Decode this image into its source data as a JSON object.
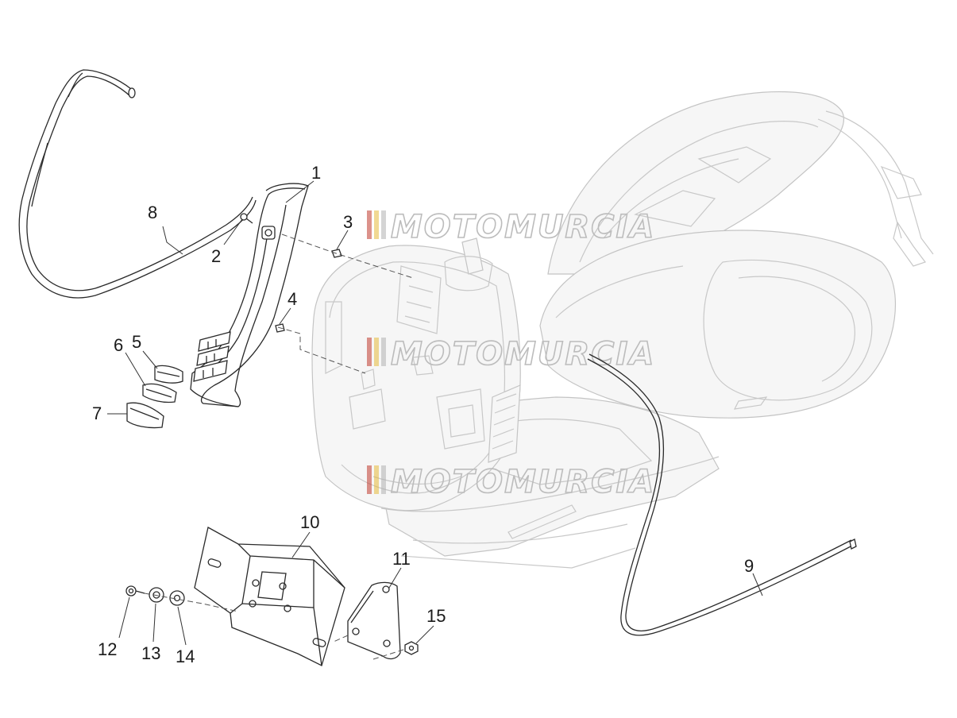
{
  "watermark": {
    "text": "MOTOMURCIA",
    "stripe_colors": [
      "#c0392b",
      "#e6b93a",
      "#b0b0b0"
    ]
  },
  "callouts": [
    "1",
    "2",
    "3",
    "4",
    "5",
    "6",
    "7",
    "8",
    "9",
    "10",
    "11",
    "12",
    "13",
    "14",
    "15"
  ],
  "colors": {
    "line": "#2a2a2a",
    "ghost": "#c8c8c8"
  }
}
